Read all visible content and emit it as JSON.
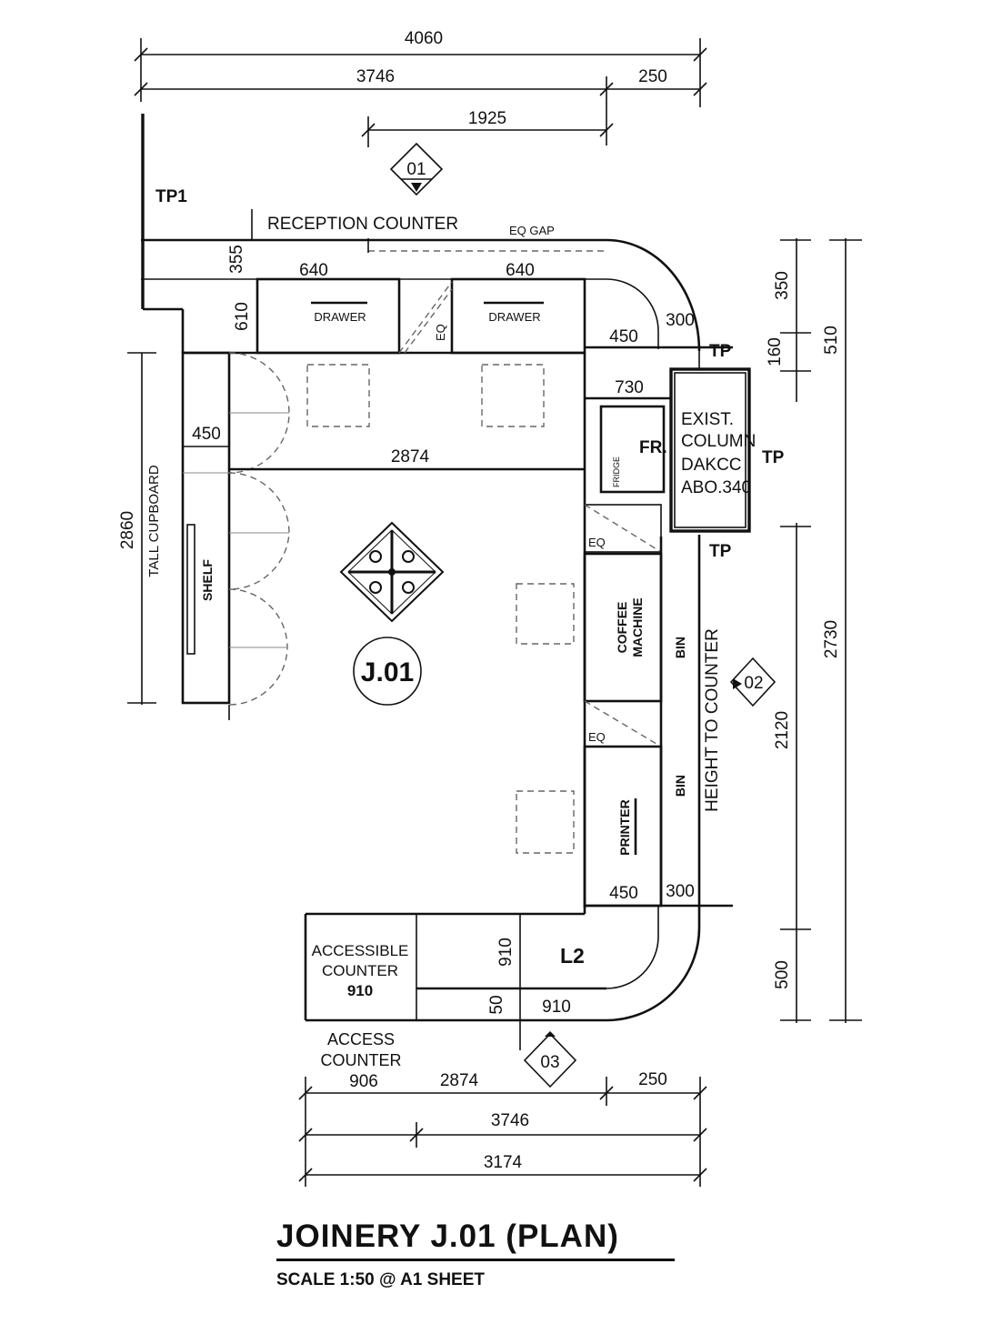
{
  "title": "JOINERY J.01 (PLAN)",
  "scale": "SCALE 1:50 @ A1 SHEET",
  "joinery_tag": "J.01",
  "section_markers": [
    "01",
    "02",
    "03"
  ],
  "labels": {
    "tp1": "TP1",
    "reception_counter": "RECEPTION COUNTER",
    "eq_gap": "EQ GAP",
    "drawer": "DRAWER",
    "eq": "EQ",
    "tp": "TP",
    "fr": "FR.",
    "fridge": "FRIDGE",
    "column_line1": "EXIST.",
    "column_line2": "COLUMN",
    "column_line3": "DAKCC",
    "column_line4": "ABO.340",
    "tall_cupboard": "TALL CUPBOARD",
    "shelf": "SHELF",
    "coffee_line1": "COFFEE",
    "coffee_line2": "MACHINE",
    "bin": "BIN",
    "printer": "PRINTER",
    "height_to_counter": "HEIGHT TO COUNTER",
    "accessible_line1": "ACCESSIBLE",
    "accessible_line2": "COUNTER",
    "accessible_line3": "910",
    "l2": "L2",
    "access_line1": "ACCESS",
    "access_line2": "COUNTER"
  },
  "dimensions": {
    "top_overall": "4060",
    "top_main": "3746",
    "top_right": "250",
    "top_mid": "1925",
    "counter_depth": "355",
    "drawer_width_a": "640",
    "drawer_width_b": "640",
    "drawer_depth": "610",
    "corner_radius": "300",
    "return_450": "450",
    "return_730": "730",
    "right_350": "350",
    "right_160": "160",
    "right_510": "510",
    "cupboard_depth": "450",
    "inner_width": "2874",
    "left_height": "2860",
    "right_2730": "2730",
    "right_2120": "2120",
    "bottom_return_450": "450",
    "bottom_return_300": "300",
    "accessible_910": "910",
    "step_50": "50",
    "step_910": "910",
    "right_500": "500",
    "bottom_906": "906",
    "bottom_2874": "2874",
    "bottom_250": "250",
    "bottom_3746": "3746",
    "bottom_3174": "3174"
  }
}
